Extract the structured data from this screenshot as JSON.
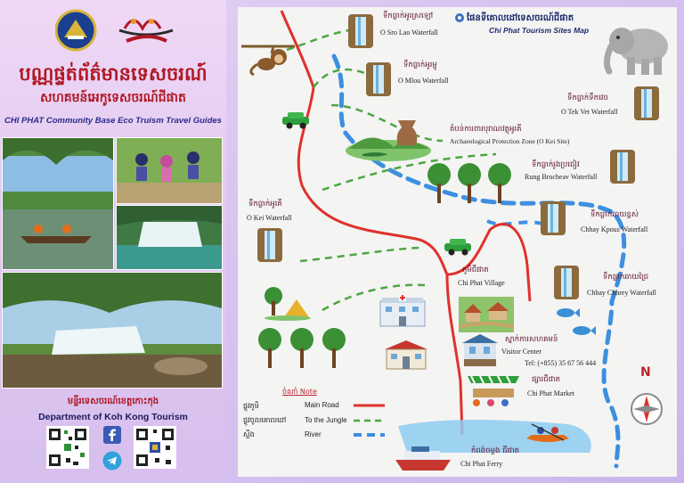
{
  "left": {
    "title_kh": "បណ្ណផ្ទត់ព័ត៌មានទេសចរណ៍",
    "subtitle_kh": "សហគមន៍អេកូទេសចរណ៍ជីផាត",
    "title_en": "CHI PHAT Community Base Eco Truism Travel Guides",
    "dept_kh": "មន្ទីរទេសចរណ៍ខេត្តកោះកុង",
    "dept_en": "Department of Koh Kong Tourism"
  },
  "map": {
    "title_kh": "ផែនទីគោលដៅទេសចរណ៍ជីផាត",
    "title_en": "Chi Phat Tourism Sites Map",
    "sites": {
      "sro_lao_kh": "ទឹកធ្លាក់អូរស្រឡៅ",
      "sro_lao_en": "O Sro Lao Waterfall",
      "mlou_kh": "ទឹកធ្លាក់អូរម្លូ",
      "mlou_en": "O Mlou Waterfall",
      "tek_vet_kh": "ទឹកធ្លាក់ទឹកវេច",
      "tek_vet_en": "O Tek Vet Waterfall",
      "archaeo_kh": "តំបន់ការពារបុរាណវត្ថុអូរគី",
      "archaeo_en": "Archaeological Protection Zone (O Kei Site)",
      "rung_kh": "ទឹកធ្លាក់រូងប្រជៀវ",
      "rung_en": "Rung Brocheav Waterfall",
      "okei_kh": "ទឹកធ្លាក់អូរគី",
      "okei_en": "O Kei Waterfall",
      "kpous_kh": "ទឹកធ្លាក់ឆាយខ្ពស់",
      "kpous_en": "Chhay Kpous Waterfall",
      "village_kh": "ភូមិជីផាត",
      "village_en": "Chi Phat Village",
      "chhrey_kh": "ទឹកធ្លាក់ឆាយជ្រៃ",
      "chhrey_en": "Chhay Chhrey Waterfall",
      "visitor_kh": "ស្នាក់ការសហគមន៍",
      "visitor_en": "Visitor Center",
      "visitor_tel": "Tel: (+855) 35 67 56 444",
      "market_kh": "ផ្សារជីផាត",
      "market_en": "Chi Phat Market",
      "ferry_kh": "កំពង់ចម្លង ជីផាត",
      "ferry_en": "Chi Phat Ferry"
    },
    "compass": "N",
    "legend": {
      "note": "ចំណាំ Note",
      "road_kh": "ផ្លូវភូមិ",
      "road_en": "Main Road",
      "jungle_kh": "ផ្លូវចូលគោលដៅ",
      "jungle_en": "To the Jungle",
      "river_kh": "ស្ទឹង",
      "river_en": "River"
    }
  },
  "colors": {
    "road": "#e0312b",
    "jungle": "#4fa544",
    "river": "#3d8fe0",
    "title_red": "#b01825",
    "title_blue": "#1d2a6e"
  },
  "icons": {
    "facebook": "facebook-icon",
    "telegram": "telegram-icon"
  }
}
